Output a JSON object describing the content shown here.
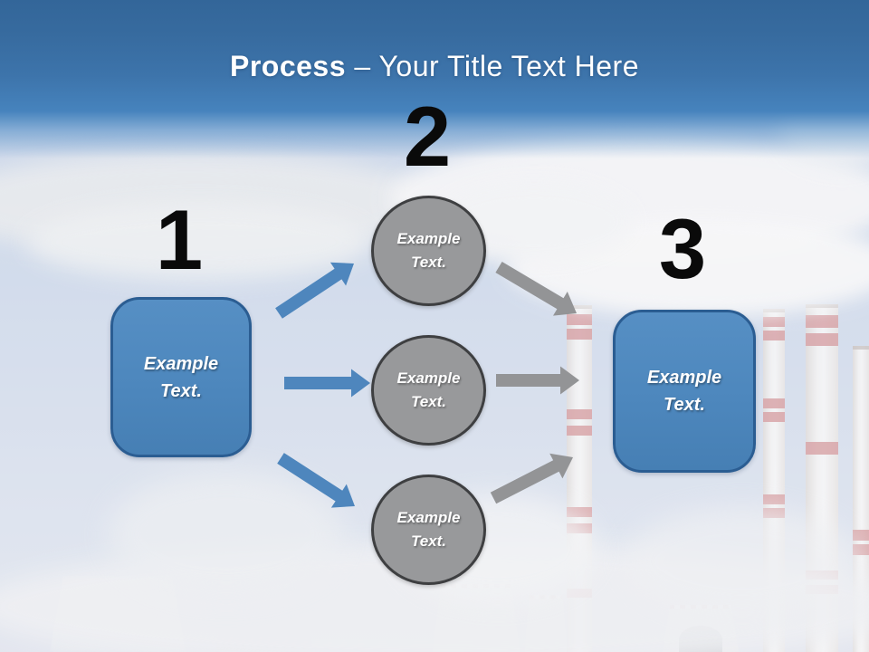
{
  "header": {
    "title_bold": "Process",
    "title_rest": "– Your Title Text Here"
  },
  "steps": {
    "one": {
      "number": "1",
      "label": "Example Text."
    },
    "two": {
      "number": "2",
      "circles": [
        {
          "label": "Example Text."
        },
        {
          "label": "Example Text."
        },
        {
          "label": "Example Text."
        }
      ]
    },
    "three": {
      "number": "3",
      "label": "Example Text."
    }
  },
  "colors": {
    "header_top": "#336699",
    "header_bottom": "#4683bd",
    "title_text": "#ffffff",
    "number_text": "#0a0a0a",
    "box_fill": "#4d87bd",
    "box_border": "#2b5d92",
    "circle_fill": "#98999b",
    "circle_border": "#3e3f41",
    "arrow_blue": "#4e86bd",
    "arrow_gray": "#939496",
    "sky": "#c6d2e5",
    "stack_stripe_red": "#c96a6a"
  }
}
